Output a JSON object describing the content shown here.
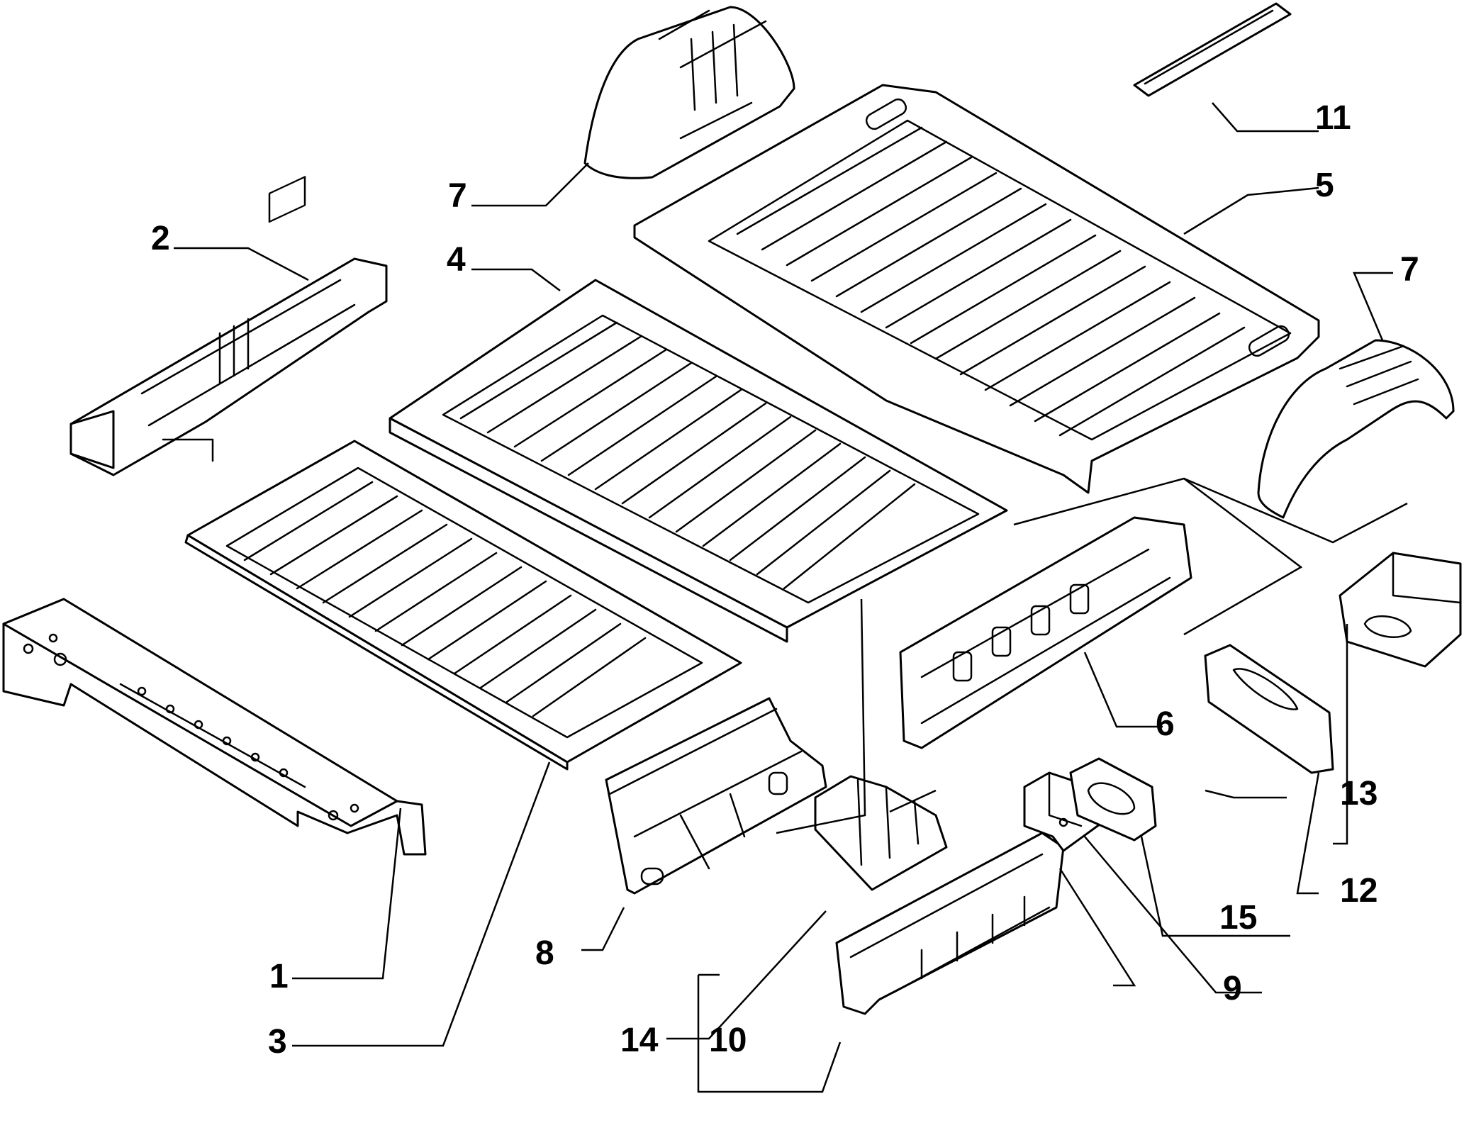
{
  "diagram": {
    "callouts": {
      "c1": "1",
      "c2": "2",
      "c3": "3",
      "c4": "4",
      "c5": "5",
      "c6": "6",
      "c7a": "7",
      "c7b": "7",
      "c8": "8",
      "c9": "9",
      "c10": "10",
      "c11": "11",
      "c12": "12",
      "c13": "13",
      "c14": "14",
      "c15": "15"
    }
  }
}
